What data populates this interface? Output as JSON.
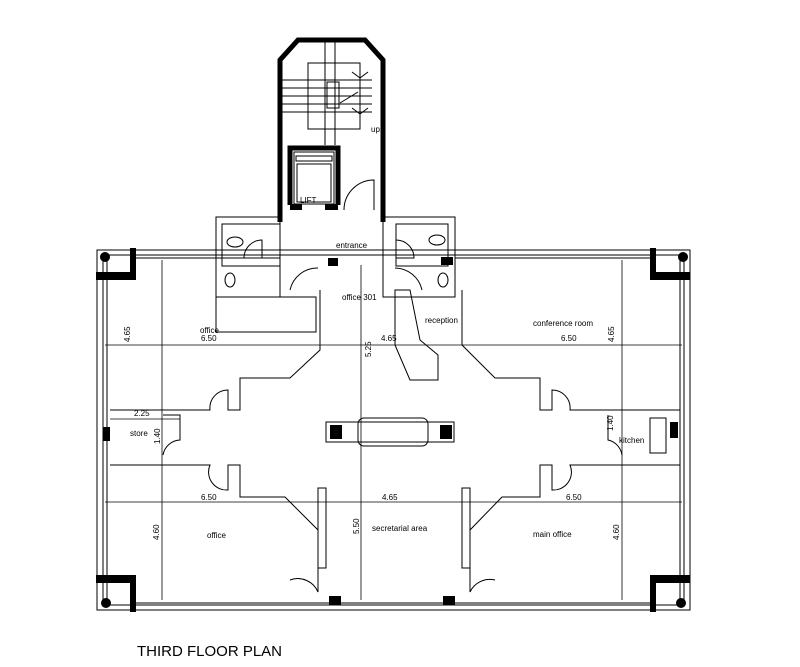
{
  "title": "THIRD FLOOR PLAN",
  "rooms": {
    "lift": "LIFT",
    "stair_up": "up",
    "entrance": "entrance",
    "office_301": "office 301",
    "reception": "reception",
    "conference_room": "conference room",
    "office_top_left": "office",
    "store": "store",
    "kitchen": "kitchen",
    "office_bottom_left": "office",
    "secretarial_area": "secretarial area",
    "main_office": "main office"
  },
  "dimensions": {
    "top_left_width": "6.50",
    "top_mid_width": "4.65",
    "top_right_width": "6.50",
    "top_left_depth": "4.65",
    "center_top_depth": "5.25",
    "top_right_depth": "4.65",
    "store_width": "2.25",
    "store_depth": "1.40",
    "kitchen_depth": "1.40",
    "bottom_left_width": "6.50",
    "bottom_mid_width": "4.65",
    "bottom_right_width": "6.50",
    "bottom_left_depth": "4.60",
    "center_bottom_depth": "5.50",
    "bottom_right_depth": "4.60"
  }
}
